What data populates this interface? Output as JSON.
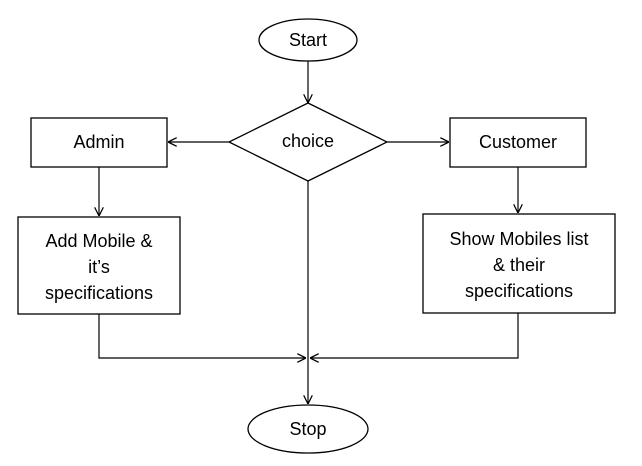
{
  "nodes": {
    "start": {
      "label": "Start"
    },
    "choice": {
      "label": "choice"
    },
    "admin": {
      "label": "Admin"
    },
    "customer": {
      "label": "Customer"
    },
    "add_mobile": {
      "lines": [
        "Add Mobile &",
        "it’s",
        "specifications"
      ]
    },
    "show_mobiles": {
      "lines": [
        "Show Mobiles list",
        "& their",
        "specifications"
      ]
    },
    "stop": {
      "label": "Stop"
    }
  }
}
